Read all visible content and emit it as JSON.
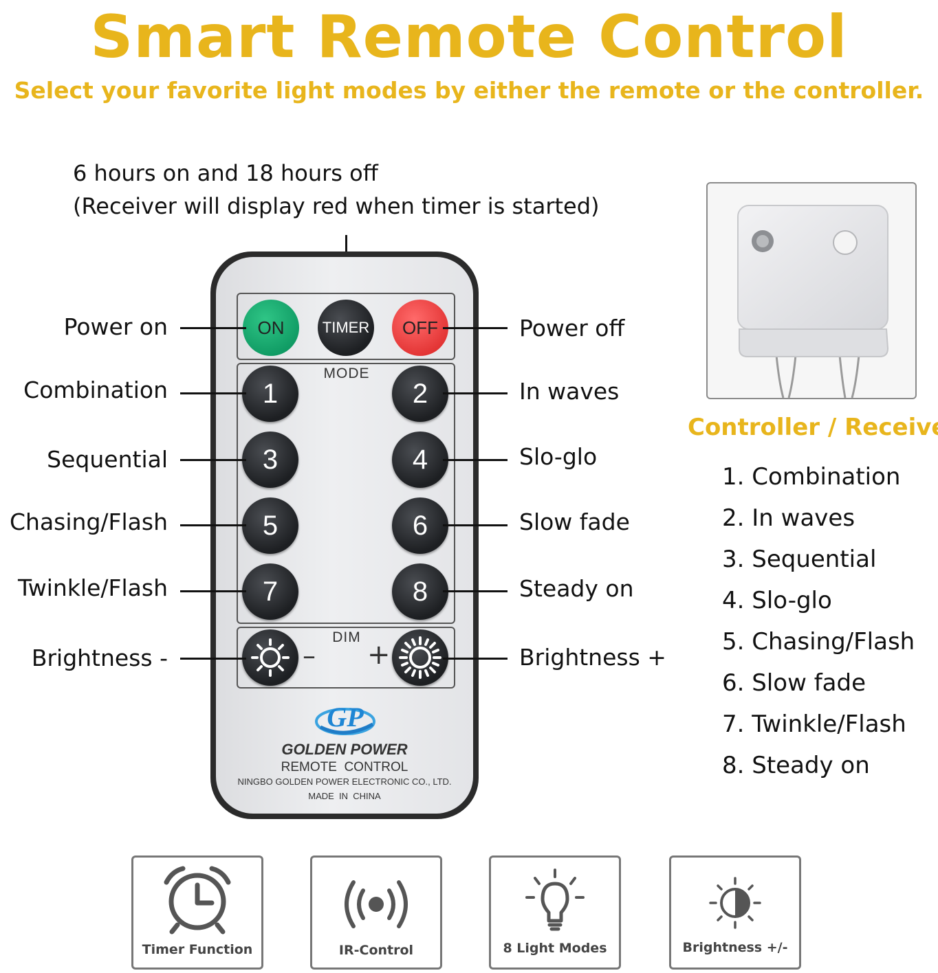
{
  "header": {
    "title": "Smart Remote Control",
    "subtitle": "Select your favorite light modes by either the remote or the controller."
  },
  "timer_note": {
    "line1": "6 hours on and 18 hours off",
    "line2": "(Receiver will display red when timer is started)"
  },
  "callouts": {
    "left": [
      "Power on",
      "Combination",
      "Sequential",
      "Chasing/Flash",
      "Twinkle/Flash",
      "Brightness -"
    ],
    "right": [
      "Power off",
      "In waves",
      "Slo-glo",
      "Slow fade",
      "Steady on",
      "Brightness +"
    ]
  },
  "remote": {
    "on_label": "ON",
    "timer_label": "TIMER",
    "off_label": "OFF",
    "mode_label": "MODE",
    "dim_label": "DIM",
    "minus": "–",
    "plus": "+",
    "numbers": [
      "1",
      "2",
      "3",
      "4",
      "5",
      "6",
      "7",
      "8"
    ],
    "logo_text": "GP",
    "brand": "GOLDEN POWER",
    "product": "REMOTE  CONTROL",
    "maker": "NINGBO GOLDEN POWER ELECTRONIC CO., LTD.",
    "origin": "MADE  IN  CHINA",
    "colors": {
      "on": "#0fa069",
      "off": "#e83b3b",
      "button": "#1f2124"
    }
  },
  "receiver": {
    "caption": "Controller / Receiver",
    "modes": [
      "1. Combination",
      "2. In waves",
      "3. Sequential",
      "4. Slo-glo",
      "5. Chasing/Flash",
      "6. Slow fade",
      "7. Twinkle/Flash",
      "8. Steady on"
    ]
  },
  "features": [
    {
      "label": "Timer Function",
      "icon": "alarm-clock-icon"
    },
    {
      "label": "IR-Control",
      "icon": "ir-signal-icon"
    },
    {
      "label": "8 Light Modes",
      "icon": "light-bulb-icon"
    },
    {
      "label": "Brightness +/-",
      "icon": "brightness-icon"
    }
  ],
  "colors": {
    "accent": "#e8b51c",
    "text": "#111111"
  }
}
